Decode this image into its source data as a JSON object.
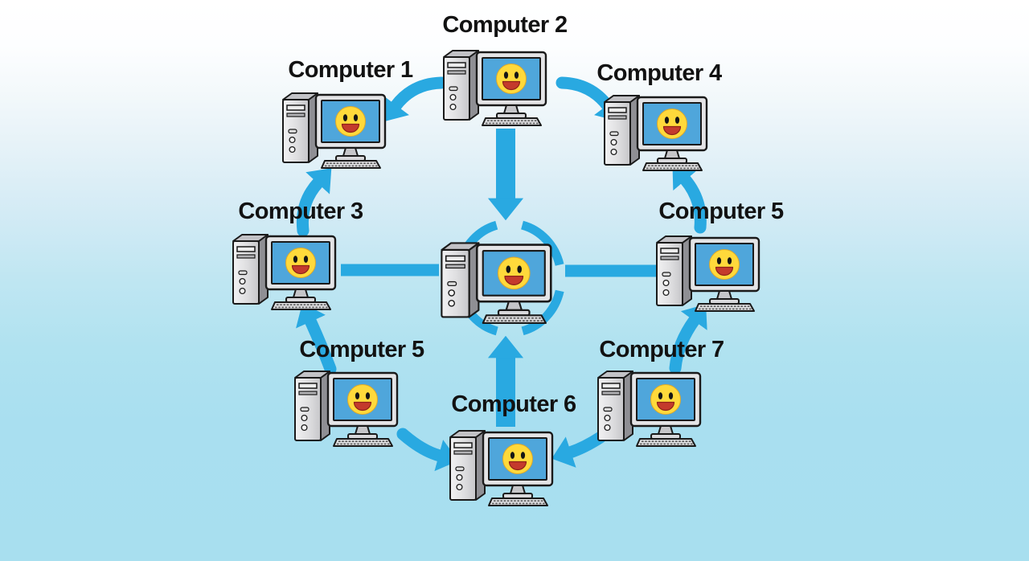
{
  "diagram": {
    "title": "Computer network diagram",
    "description": "Eight labeled desktop computers connected by thick blue arrows to a central hub computer enclosed in a blue ring; every monitor displays a yellow smiley face on a blue screen"
  },
  "nodes": [
    {
      "id": "computer-2",
      "label": "Computer 2"
    },
    {
      "id": "computer-1",
      "label": "Computer 1"
    },
    {
      "id": "computer-4",
      "label": "Computer 4"
    },
    {
      "id": "computer-3",
      "label": "Computer 3"
    },
    {
      "id": "computer-5-right",
      "label": "Computer 5"
    },
    {
      "id": "central-hub",
      "label": ""
    },
    {
      "id": "computer-5-bottom-left",
      "label": "Computer 5"
    },
    {
      "id": "computer-7",
      "label": "Computer 7"
    },
    {
      "id": "computer-6",
      "label": "Computer 6"
    }
  ],
  "edges": [
    {
      "from": "computer-2",
      "to": "computer-1",
      "type": "curved-arrow"
    },
    {
      "from": "computer-2",
      "to": "computer-4",
      "type": "curved-arrow"
    },
    {
      "from": "computer-2",
      "to": "central-hub",
      "type": "straight-arrow-down"
    },
    {
      "from": "computer-3",
      "to": "computer-1",
      "type": "curved-arrow"
    },
    {
      "from": "computer-5-right",
      "to": "computer-4",
      "type": "curved-arrow"
    },
    {
      "from": "computer-3",
      "to": "central-hub",
      "type": "plain-line"
    },
    {
      "from": "central-hub",
      "to": "computer-5-right",
      "type": "plain-line"
    },
    {
      "from": "computer-5-bottom-left",
      "to": "computer-3",
      "type": "curved-arrow"
    },
    {
      "from": "computer-7",
      "to": "computer-5-right",
      "type": "curved-arrow"
    },
    {
      "from": "computer-6",
      "to": "central-hub",
      "type": "straight-arrow-up"
    },
    {
      "from": "computer-5-bottom-left",
      "to": "computer-6",
      "type": "curved-arrow"
    },
    {
      "from": "computer-7",
      "to": "computer-6",
      "type": "curved-arrow"
    }
  ],
  "icons": {
    "computer": "desktop-computer-with-smiley-face",
    "hub_ring": "blue-ring-with-four-gaps"
  },
  "colors": {
    "arrow_blue": "#29A9E1",
    "screen_blue": "#4FA6DB",
    "smiley_yellow": "#FFD93B",
    "mouth_red": "#C43A2C",
    "background_top": "#FFFFFF",
    "background_bottom": "#A8DFEF",
    "label_text": "#121212"
  }
}
